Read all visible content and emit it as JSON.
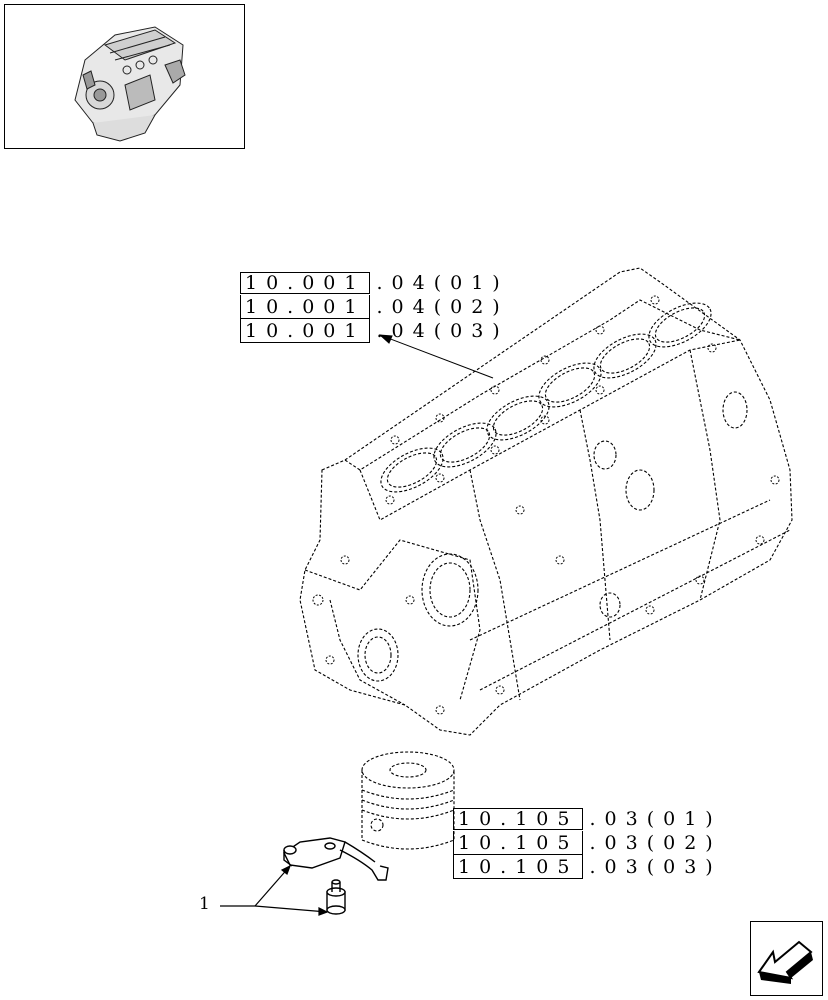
{
  "references": {
    "block_top": [
      {
        "box": "10.001",
        "rest": ".04(01)"
      },
      {
        "box": "10.001",
        "rest": ".04(02)"
      },
      {
        "box": "10.001",
        "rest": ".04(03)"
      }
    ],
    "block_bottom": [
      {
        "box": "10.105",
        "rest": ".03(01)"
      },
      {
        "box": "10.105",
        "rest": ".03(02)"
      },
      {
        "box": "10.105",
        "rest": ".03(03)"
      }
    ]
  },
  "callouts": [
    {
      "label": "1"
    }
  ],
  "icons": {
    "thumbnail": "engine-thumbnail-icon",
    "navigation": "arrow-back-icon"
  }
}
